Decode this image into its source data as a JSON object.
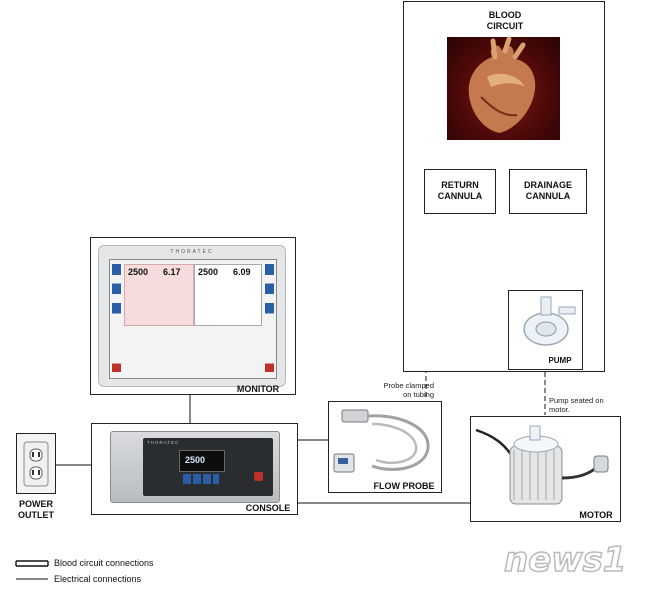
{
  "blood_circuit": {
    "title_line1": "BLOOD",
    "title_line2": "CIRCUIT"
  },
  "return_cannula": {
    "line1": "RETURN",
    "line2": "CANNULA"
  },
  "drainage_cannula": {
    "line1": "DRAINAGE",
    "line2": "CANNULA"
  },
  "pump": {
    "label": "PUMP"
  },
  "monitor": {
    "label": "MONITOR",
    "brand": "THORATEC",
    "readings": [
      "2500",
      "6.17",
      "2500",
      "6.09"
    ]
  },
  "console": {
    "label": "CONSOLE",
    "brand": "THORATEC",
    "screen": "2500"
  },
  "flow_probe": {
    "label": "FLOW PROBE",
    "note_line1": "Probe clamped",
    "note_line2": "on tubing"
  },
  "motor": {
    "label": "MOTOR",
    "note_line1": "Pump seated on",
    "note_line2": "motor."
  },
  "power_outlet": {
    "line1": "POWER",
    "line2": "OUTLET"
  },
  "legend": {
    "blood": "Blood circuit connections",
    "electrical": "Electrical connections"
  },
  "watermark": {
    "text": "news1"
  },
  "colors": {
    "heart_bg": "#5a0a0a",
    "screen_bg": "#f3f3f3",
    "watermark": "#b9b9b9"
  }
}
